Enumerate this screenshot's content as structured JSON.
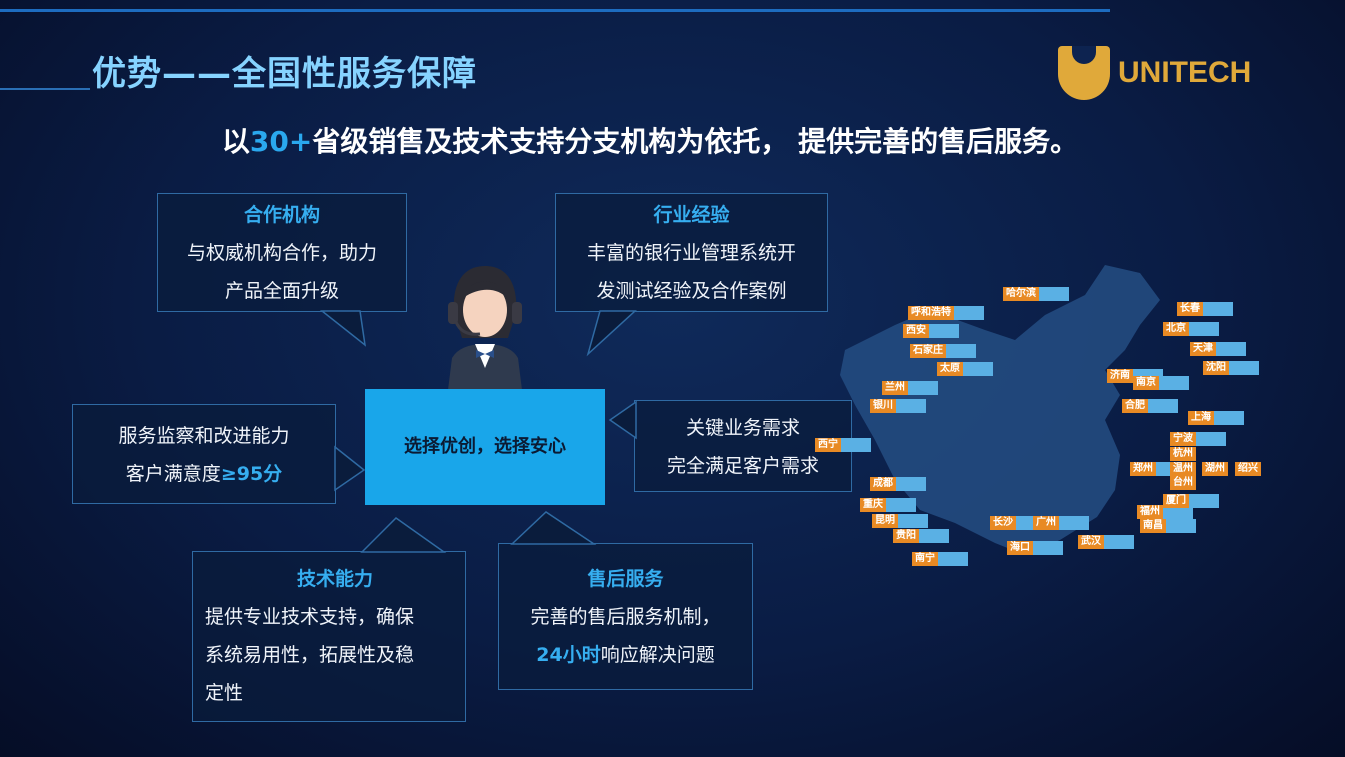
{
  "title": "优势——全国性服务保障",
  "logo": "UNITECH",
  "subtitle": {
    "pre": "以",
    "highlight": "30+",
    "post": "省级销售及技术支持分支机构为依托， 提供完善的售后服务。"
  },
  "center": "选择优创，选择安心",
  "cards": {
    "partner": {
      "title": "合作机构",
      "lines": [
        "与权威机构合作，助力",
        "产品全面升级"
      ]
    },
    "industry": {
      "title": "行业经验",
      "lines": [
        "丰富的银行业管理系统开",
        "发测试经验及合作案例"
      ]
    },
    "monitor": {
      "lines": [
        "服务监察和改进能力",
        "客户满意度"
      ],
      "highlight": "≥95分"
    },
    "key": {
      "lines": [
        "关键业务需求",
        "完全满足客户需求"
      ]
    },
    "tech": {
      "title": "技术能力",
      "lines": [
        "提供专业技术支持，确保",
        "系统易用性，拓展性及稳",
        "定性"
      ]
    },
    "after": {
      "title": "售后服务",
      "lines": [
        "完善的售后服务机制，"
      ],
      "highlight": "24小时",
      "post": "响应解决问题"
    }
  },
  "map_cities": [
    "哈尔滨",
    "呼和浩特",
    "西安",
    "石家庄",
    "太原",
    "兰州",
    "银川",
    "西宁",
    "成都",
    "重庆",
    "昆明",
    "贵阳",
    "南宁",
    "长沙",
    "广州",
    "海口",
    "武汉",
    "南昌",
    "福州",
    "厦门",
    "郑州",
    "宁波",
    "杭州",
    "温州",
    "湖州",
    "绍兴",
    "台州",
    "上海",
    "合肥",
    "济南",
    "南京",
    "沈阳",
    "天津",
    "北京",
    "长春"
  ],
  "colors": {
    "accent": "#19a6ea",
    "tag": "#e88a24",
    "title": "#86d3ff"
  }
}
